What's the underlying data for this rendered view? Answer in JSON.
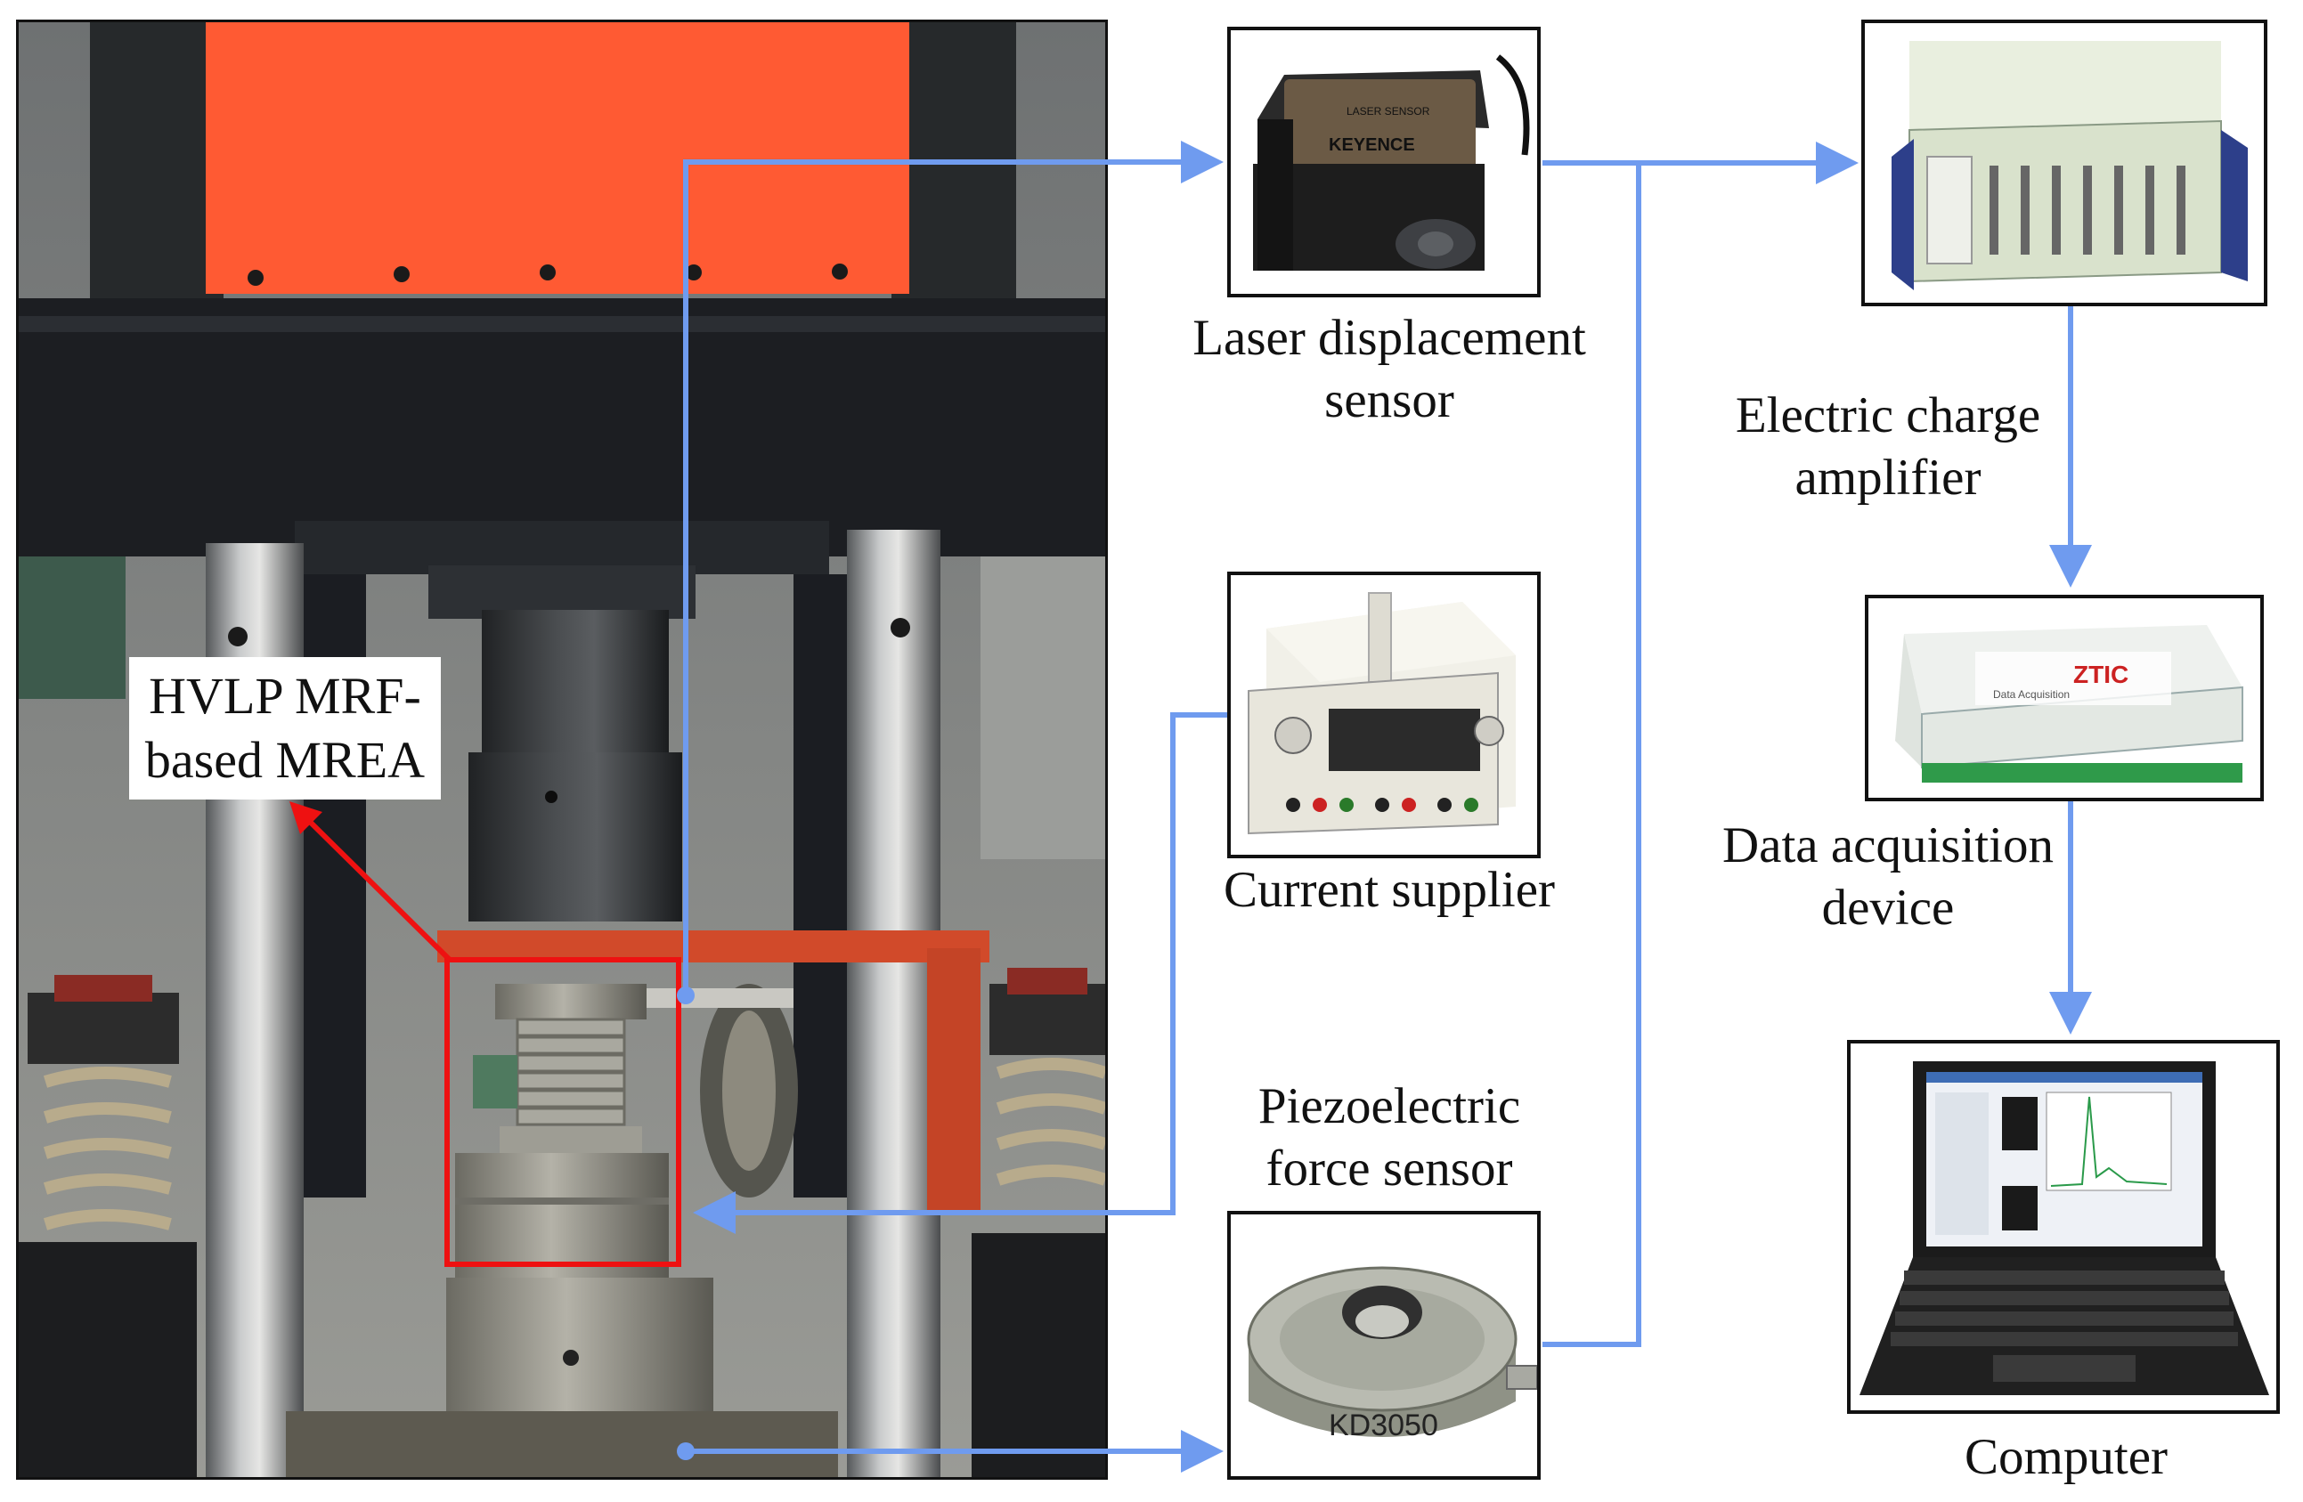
{
  "colors": {
    "arrow_blue": "#6f9bef",
    "highlight_red": "#ee1111",
    "machine_orange": "#ff5a33",
    "machine_dark": "#1c1e22"
  },
  "machine": {
    "annotation_line1": "HVLP MRF-",
    "annotation_line2": "based MREA"
  },
  "components": {
    "laser_sensor": {
      "line1": "Laser displacement",
      "line2": "sensor",
      "device_brand": "KEYENCE",
      "device_mark": "LASER SENSOR"
    },
    "current_supplier": {
      "line1": "Current supplier"
    },
    "force_sensor": {
      "line1": "Piezoelectric",
      "line2": "force sensor",
      "device_text": "KD3050"
    },
    "charge_amplifier": {
      "line1": "Electric charge",
      "line2": "amplifier"
    },
    "daq": {
      "line1": "Data acquisition",
      "line2": "device",
      "device_brand": "ZTIC",
      "device_sub": "Data Acquisition"
    },
    "computer": {
      "line1": "Computer"
    }
  }
}
